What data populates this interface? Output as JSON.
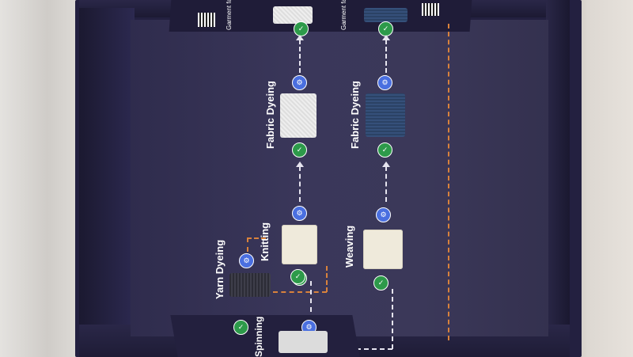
{
  "stages": {
    "yarn_dyeing": "Yarn Dyeing",
    "knitting": "Knitting",
    "weaving": "Weaving",
    "fabric_dyeing_1": "Fabric Dyeing",
    "fabric_dyeing_2": "Fabric Dyeing",
    "spinning": "Spinning",
    "garment_factory_1": "Garment\nfactory",
    "garment_factory_2": "Garment\nfactory"
  },
  "colors": {
    "box": "#232040",
    "tray": "#3a375a",
    "path_orange": "#d9823c",
    "path_white": "#e6e4ef",
    "badge_blue": "#4a6fe0",
    "badge_green": "#2d9a4a"
  },
  "icons": [
    "blue-badge-icon",
    "green-badge-icon",
    "qr-code-icon"
  ]
}
